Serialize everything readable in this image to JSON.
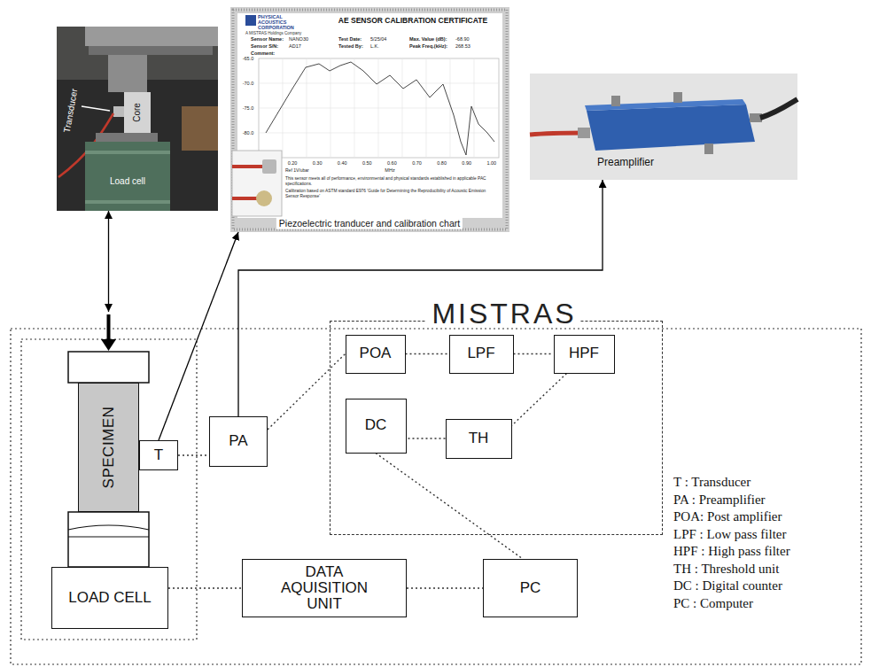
{
  "diagram": {
    "nodes": [
      {
        "text": [
          "Transducer",
          "Core",
          "Load cell"
        ]
      },
      {
        "text": [
          "PHYSICAL ACOUSTICS CORPORATION",
          "A MISTRAS Holdings Company",
          "AE SENSOR CALIBRATION CERTIFICATE",
          "Sensor Name:",
          "NANO30",
          "Sensor S/N:",
          "AD17",
          "Comment:",
          "Test Date:",
          "5/25/04",
          "Tested By:",
          "L.K.",
          "Max. Value (dB):",
          "-68.90",
          "Peak Freq.(kHz):",
          "268.53",
          "-65.0",
          "-70.0",
          "-75.0",
          "-80.0",
          "0.20",
          "0.30",
          "0.40",
          "0.50",
          "0.60",
          "0.70",
          "0.80",
          "0.90",
          "1.00",
          "Ref 1V/ubar",
          "MHz",
          "This sensor meets all of performance, environmental and physical standards established in applicable PAC specifications.",
          "Calibration based on ASTM standard E976 'Guide for Determining the Reproducibility of Acoustic Emission Sensor Response'",
          "Piezoelectric tranducer and calibration chart"
        ]
      },
      {
        "text": [
          "Preamplifier"
        ]
      },
      {
        "text": [
          "SPECIMEN"
        ]
      },
      {
        "text": [
          "T"
        ]
      },
      {
        "text": [
          "PA"
        ]
      },
      {
        "text": [
          "MISTRAS"
        ]
      },
      {
        "text": [
          "POA"
        ],
        "in": 6
      },
      {
        "text": [
          "LPF"
        ],
        "in": 6
      },
      {
        "text": [
          "HPF"
        ],
        "in": 6
      },
      {
        "text": [
          "DC"
        ],
        "in": 6
      },
      {
        "text": [
          "TH"
        ],
        "in": 6
      },
      {
        "text": [
          "LOAD CELL"
        ]
      },
      {
        "text": [
          "DATA AQUISITION UNIT"
        ]
      },
      {
        "text": [
          "PC"
        ]
      }
    ],
    "edges": [
      {
        "from": 0,
        "to": 3,
        "arrow": "both"
      },
      {
        "from": 4,
        "to": 1,
        "arrow": "to"
      },
      {
        "from": 5,
        "to": 2,
        "arrow": "to"
      },
      {
        "from": 4,
        "to": 5,
        "arrow": "none"
      },
      {
        "from": 5,
        "to": 7,
        "arrow": "none"
      },
      {
        "from": 7,
        "to": 8,
        "arrow": "none"
      },
      {
        "from": 8,
        "to": 9,
        "arrow": "none"
      },
      {
        "from": 9,
        "to": 11,
        "arrow": "none"
      },
      {
        "from": 11,
        "to": 10,
        "arrow": "none"
      },
      {
        "from": 10,
        "to": 14,
        "arrow": "none"
      },
      {
        "from": 12,
        "to": 13,
        "arrow": "none"
      },
      {
        "from": 13,
        "to": 14,
        "arrow": "none"
      }
    ],
    "labels": [
      "T : Transducer",
      "PA : Preamplifier",
      "POA: Post amplifier",
      "LPF : Low pass filter",
      "HPF : High pass filter",
      "TH : Threshold unit",
      "DC : Digital counter",
      "PC : Computer"
    ]
  }
}
